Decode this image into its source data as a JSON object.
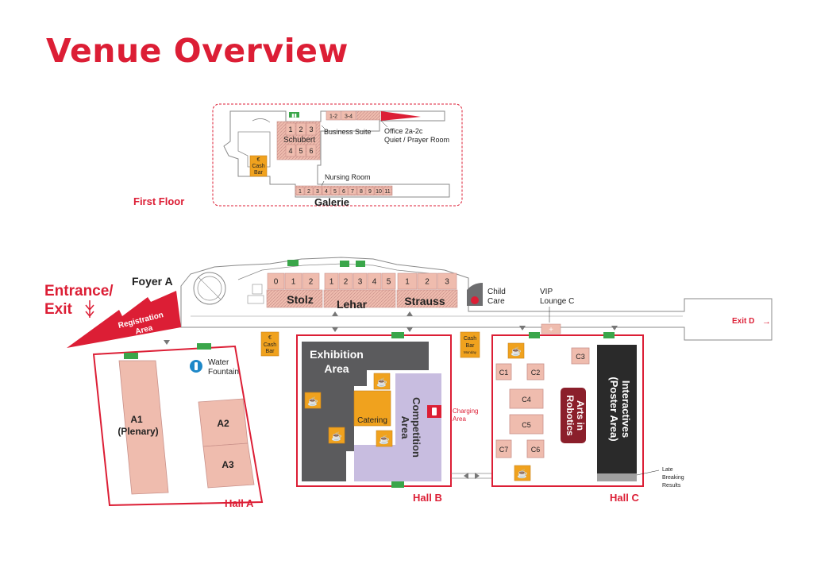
{
  "title": "Venue Overview",
  "colors": {
    "red": "#dc1e35",
    "room_pink": "#efbcae",
    "room_stroke": "#c9918a",
    "orange": "#f0a21e",
    "dark_gray": "#5b5b5d",
    "lavender": "#c8bde0",
    "arts_red": "#8b1f2b",
    "black": "#2a2a2a",
    "green": "#3aa64a",
    "building_line": "#8a8a8a"
  },
  "first_floor": {
    "label": "First Floor",
    "schubert_label": "Schubert",
    "schubert_rooms": [
      "1",
      "2",
      "3",
      "4",
      "5",
      "6"
    ],
    "business_rooms": [
      "1-2",
      "3-4"
    ],
    "business_label": "Business Suite",
    "office_label_1": "Office 2a-2c",
    "office_label_2": "Quiet / Prayer Room",
    "cash_bar_euro": "€",
    "cash_bar_1": "Cash",
    "cash_bar_2": "Bar",
    "nursing_label": "Nursing Room",
    "galerie_label": "Galerie",
    "galerie_rooms": [
      "1",
      "2",
      "3",
      "4",
      "5",
      "6",
      "7",
      "8",
      "9",
      "10",
      "11"
    ]
  },
  "ground": {
    "entrance_1": "Entrance/",
    "entrance_2": "Exit",
    "foyer": "Foyer A",
    "registration_1": "Registration",
    "registration_2": "Area",
    "stolz_label": "Stolz",
    "stolz_rooms": [
      "0",
      "1",
      "2"
    ],
    "lehar_label": "Lehar",
    "lehar_rooms": [
      "1",
      "2",
      "3",
      "4",
      "5"
    ],
    "strauss_label": "Strauss",
    "strauss_rooms": [
      "1",
      "2",
      "3"
    ],
    "child_care_1": "Child",
    "child_care_2": "Care",
    "vip_1": "VIP",
    "vip_2": "Lounge C",
    "exit_d": "Exit D",
    "water_1": "Water",
    "water_2": "Fountain",
    "cash_bar_euro": "€",
    "cash_bar_1": "Cash",
    "cash_bar_2": "Bar",
    "cash_bar_b_sub": "Monday"
  },
  "hall_a": {
    "label": "Hall A",
    "a1_1": "A1",
    "a1_2": "(Plenary)",
    "a2": "A2",
    "a3": "A3"
  },
  "hall_b": {
    "label": "Hall B",
    "exhibition_1": "Exhibition",
    "exhibition_2": "Area",
    "competition_1": "Competition",
    "competition_2": "Area",
    "catering": "Catering",
    "charging_1": "Charging",
    "charging_2": "Area"
  },
  "hall_c": {
    "label": "Hall C",
    "rooms": [
      "C1",
      "C2",
      "C3",
      "C4",
      "C5",
      "C6",
      "C7"
    ],
    "arts_1": "Arts in",
    "arts_2": "Robotics",
    "interactives_1": "Interactives",
    "interactives_2": "(Poster Area)",
    "late_1": "Late",
    "late_2": "Breaking",
    "late_3": "Results"
  }
}
